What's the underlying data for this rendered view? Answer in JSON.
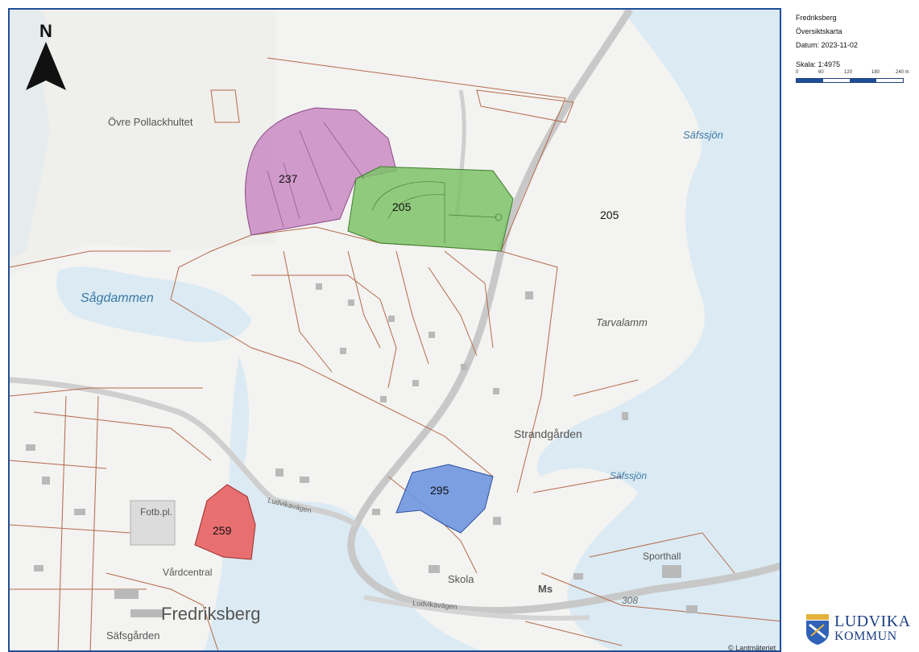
{
  "sidebar": {
    "place": "Fredriksberg",
    "map_type": "Översiktskarta",
    "date": "Datum: 2023-11-02",
    "scale": "Skala: 1:4975",
    "scale_ticks": [
      "0",
      "60",
      "120",
      "180",
      "240 m"
    ]
  },
  "north_arrow": {
    "letter": "N"
  },
  "zones": [
    {
      "id": "237",
      "color": "#c98bc4"
    },
    {
      "id": "205",
      "color": "#7cc268"
    },
    {
      "id": "205",
      "color": "none"
    },
    {
      "id": "295",
      "color": "#6f96e0"
    },
    {
      "id": "259",
      "color": "#e86262"
    }
  ],
  "place_labels": {
    "ovre": "Övre Pollackhultet",
    "fotb": "Fotb.pl.",
    "vardcentral": "Vårdcentral",
    "fredriksberg": "Fredriksberg",
    "safsgarden": "Säfsgården",
    "strandgarden": "Strandgården",
    "skola": "Skola",
    "sporthall": "Sporthall",
    "ms": "Ms"
  },
  "water_labels": {
    "sagdammen": "Sågdammen",
    "safssjon_top": "Säfssjön",
    "safssjon_mid": "Säfssjön",
    "tarvalamm": "Tarvalamm"
  },
  "road_labels": {
    "ludvikavagen_1": "Ludvikavägen",
    "ludvikavagen_2": "Ludvikavägen",
    "road_number": "308"
  },
  "copyright": "© Lantmäteriet",
  "logo": {
    "line1": "LUDVIKA",
    "line2": "KOMMUN"
  }
}
